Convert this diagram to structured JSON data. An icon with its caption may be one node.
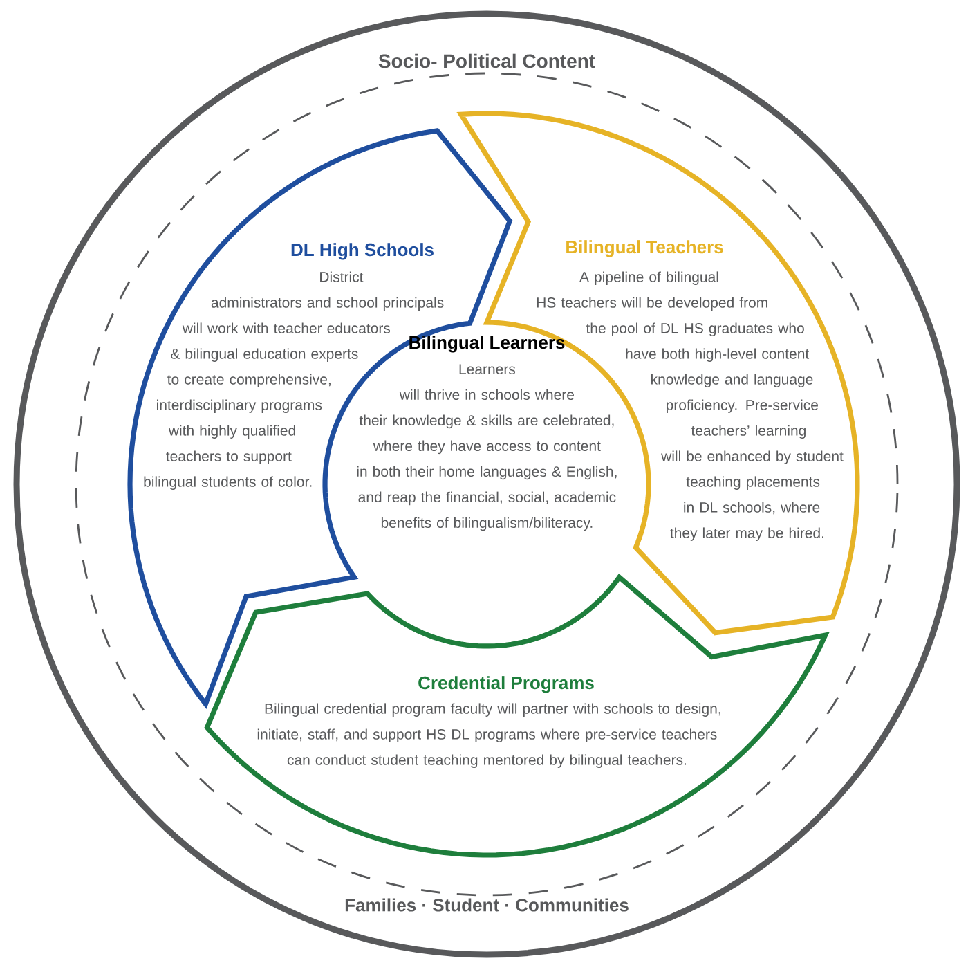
{
  "diagram": {
    "nodes": [
      {
        "text": [
          "Socio- Political Content",
          "Families · Student · Communities"
        ]
      },
      {
        "text": [
          "DL High Schools",
          "District administrators and school principals will work with teacher educators & bilingual education experts to create comprehensive, interdisciplinary programs with highly qualified teachers to support bilingual students of color."
        ],
        "in": 0
      },
      {
        "text": [
          "Bilingual Teachers",
          "A pipeline of bilingual HS teachers will be developed from the pool of DL HS graduates who have both high-level content knowledge and language proficiency. Pre-service teachers’ learning will be enhanced by student teaching placements in DL schools, where they later may be hired."
        ],
        "in": 0
      },
      {
        "text": [
          "Bilingual Learners",
          "Learners will thrive in schools where their knowledge & skills are celebrated, where they have access to content in both their home languages & English, and reap the financial, social, academic benefits of bilingualism/biliteracy."
        ],
        "in": 0
      },
      {
        "text": [
          "Credential Programs",
          "Bilingual credential program faculty will partner with schools to design, initiate, staff, and support HS DL programs where pre-service teachers can conduct student teaching mentored by bilingual teachers."
        ],
        "in": 0
      }
    ]
  }
}
